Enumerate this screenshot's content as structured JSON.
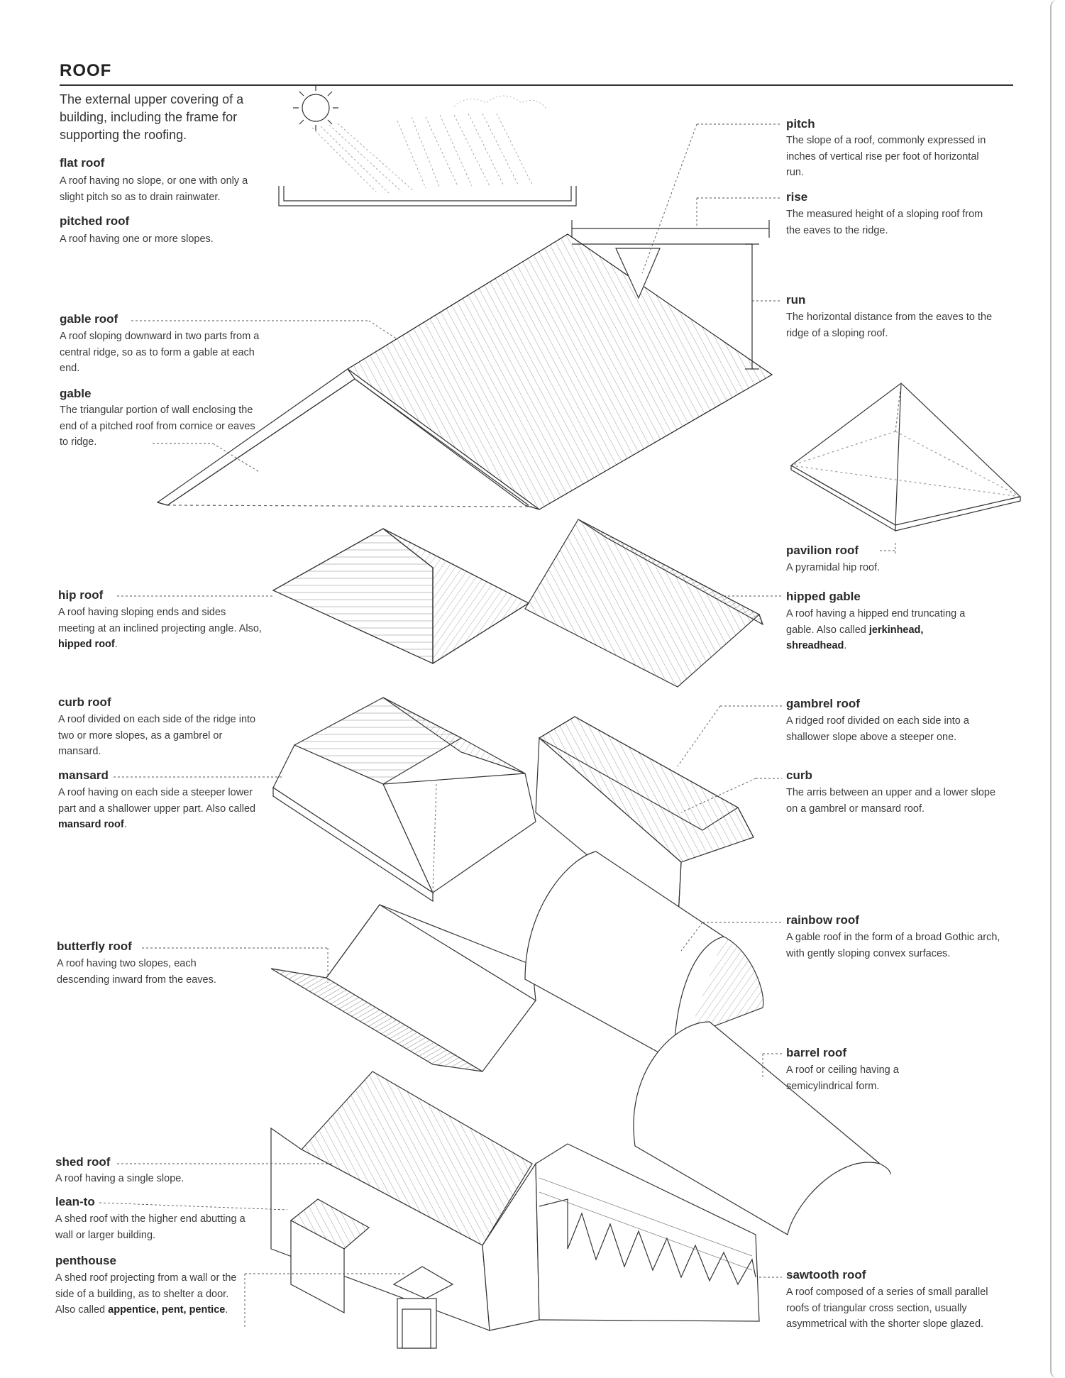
{
  "title": "ROOF",
  "intro": "The external upper covering of a building, including the frame for supporting the roofing.",
  "entries": {
    "flat_roof": {
      "term": "flat roof",
      "def": "A roof having no slope, or one with only a slight pitch so as to drain rainwater."
    },
    "pitched_roof": {
      "term": "pitched roof",
      "def": "A roof having one or more slopes."
    },
    "gable_roof": {
      "term": "gable roof",
      "def": "A roof sloping downward in two parts from a central ridge, so as to form a gable at each end."
    },
    "gable": {
      "term": "gable",
      "def": "The triangular portion of wall enclosing the end of a pitched roof from cornice or eaves to ridge."
    },
    "pitch": {
      "term": "pitch",
      "def": "The slope of a roof, commonly expressed in inches of vertical rise per foot of horizontal run."
    },
    "rise": {
      "term": "rise",
      "def": "The measured height of a sloping roof from the eaves to the ridge."
    },
    "run": {
      "term": "run",
      "def": "The horizontal distance from the eaves to the ridge of a sloping roof."
    },
    "pavilion_roof": {
      "term": "pavilion roof",
      "def": "A pyramidal hip roof."
    },
    "hip_roof": {
      "term": "hip roof",
      "def_pre": "A roof having sloping ends and sides meeting at an inclined projecting angle. Also, ",
      "alias": "hipped roof",
      "def_post": "."
    },
    "hipped_gable": {
      "term": "hipped gable",
      "def_pre": "A roof having a hipped end truncating a gable. Also called ",
      "alias": "jerkinhead, shreadhead",
      "def_post": "."
    },
    "curb_roof": {
      "term": "curb roof",
      "def": "A roof divided on each side of the ridge into two or more slopes, as a gambrel or mansard."
    },
    "mansard": {
      "term": "mansard",
      "def_pre": "A roof having on each side a steeper lower part and a shallower upper part. Also called ",
      "alias": "mansard roof",
      "def_post": "."
    },
    "gambrel_roof": {
      "term": "gambrel roof",
      "def": "A ridged roof divided on each side into a shallower slope above a steeper one."
    },
    "curb": {
      "term": "curb",
      "def": "The arris between an upper and a lower slope on a gambrel or mansard roof."
    },
    "butterfly_roof": {
      "term": "butterfly roof",
      "def": "A roof having two slopes, each descending inward from the eaves."
    },
    "rainbow_roof": {
      "term": "rainbow roof",
      "def": "A gable roof in the form of a broad Gothic arch, with gently sloping convex surfaces."
    },
    "barrel_roof": {
      "term": "barrel roof",
      "def": "A roof or ceiling having a semicylindrical form."
    },
    "shed_roof": {
      "term": "shed roof",
      "def": "A roof having a single slope."
    },
    "lean_to": {
      "term": "lean-to",
      "def": "A shed roof with the higher end abutting a wall or larger building."
    },
    "penthouse": {
      "term": "penthouse",
      "def_pre": "A shed roof projecting from a wall or the side of a building, as to shelter a door. Also called ",
      "alias": "appentice, pent, pentice",
      "def_post": "."
    },
    "sawtooth_roof": {
      "term": "sawtooth roof",
      "def": "A roof composed of a series of small parallel roofs of triangular cross section, usually asymmetrical with the shorter slope glazed."
    }
  }
}
